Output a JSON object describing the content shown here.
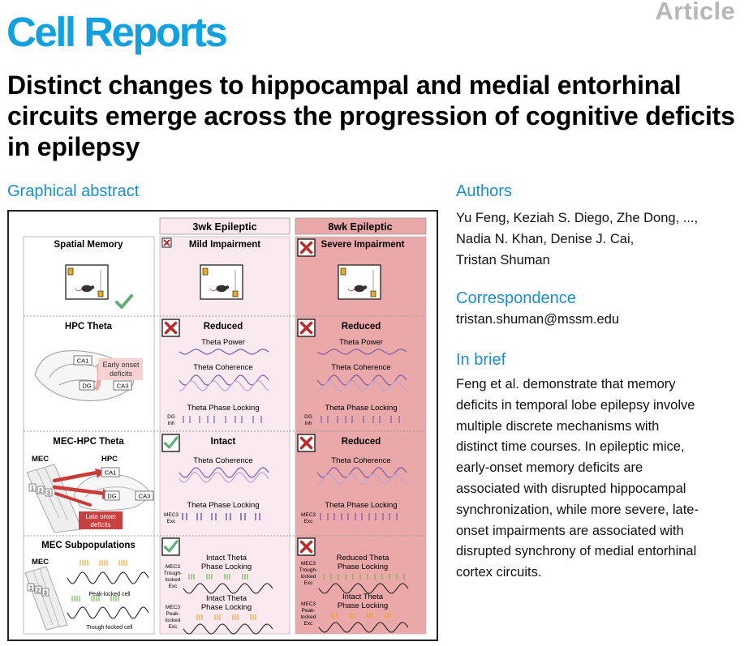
{
  "header": {
    "journal": "Cell Reports",
    "article_type": "Article",
    "title": "Distinct changes to hippocampal and medial entorhinal circuits emerge across the progression of cognitive deficits in epilepsy"
  },
  "graphical_abstract": {
    "heading": "Graphical abstract",
    "columns": {
      "wk3": "3wk Epileptic",
      "wk8": "8wk Epileptic"
    },
    "rows": {
      "spatial": {
        "label": "Spatial Memory",
        "wk3": "Mild Impairment",
        "wk8": "Severe Impairment"
      },
      "hpc": {
        "label": "HPC Theta",
        "ca1": "CA1",
        "dg": "DG",
        "ca3": "CA3",
        "early_1": "Early onset",
        "early_2": "deficits",
        "wk3_status": "Reduced",
        "wk8_status": "Reduced",
        "power": "Theta Power",
        "coherence": "Theta Coherence",
        "phase": "Theta Phase Locking",
        "cell_1": "DG",
        "cell_2": "Inh"
      },
      "mec_hpc": {
        "label": "MEC-HPC Theta",
        "mec": "MEC",
        "hpc": "HPC",
        "ca1": "CA1",
        "dg": "DG",
        "ca3": "CA3",
        "l1": "1",
        "l2": "2",
        "l3": "3",
        "late_1": "Late onset",
        "late_2": "deficits",
        "wk3_status": "Intact",
        "wk8_status": "Reduced",
        "coherence": "Theta Coherence",
        "phase": "Theta Phase Locking",
        "cell_1": "MEC3",
        "cell_2": "Exc"
      },
      "mec_sub": {
        "label": "MEC Subpopulations",
        "mec": "MEC",
        "l1": "1",
        "l2": "2",
        "l3": "3",
        "peak_cell": "Peak-locked cell",
        "trough_cell": "Trough-locked cell",
        "wk3_a1": "Intact Theta",
        "wk3_a2": "Phase Locking",
        "wk3_b1": "Intact Theta",
        "wk3_b2": "Phase Locking",
        "wk8_a1": "Reduced Theta",
        "wk8_a2": "Phase Locking",
        "wk8_b1": "Intact Theta",
        "wk8_b2": "Phase Locking",
        "trough_1": "MEC3",
        "trough_2": "Trough-",
        "trough_3": "locked",
        "trough_4": "Exc",
        "peak_1": "MEC3",
        "peak_2": "Peak-",
        "peak_3": "locked",
        "peak_4": "Exc"
      }
    },
    "colors": {
      "check": "#5fae74",
      "cross": "#bf2a2a",
      "wk3_bg": "#fbe9f0",
      "wk8_bg": "#eba8a8",
      "arrow": "#cc3b37",
      "wave": "#7a5db0",
      "peak_ticks": "#f0a02c",
      "trough_ticks": "#66b848"
    }
  },
  "authors": {
    "heading": "Authors",
    "line1": "Yu Feng, Keziah S. Diego, Zhe Dong, ...,",
    "line2": "Nadia N. Khan, Denise J. Cai,",
    "line3": "Tristan Shuman"
  },
  "correspondence": {
    "heading": "Correspondence",
    "email": "tristan.shuman@mssm.edu"
  },
  "in_brief": {
    "heading": "In brief",
    "lines": [
      "Feng et al. demonstrate that memory",
      "deficits in temporal lobe epilepsy involve",
      "multiple discrete mechanisms with",
      "distinct time courses. In epileptic mice,",
      "early-onset memory deficits are",
      "associated with disrupted hippocampal",
      "synchronization, while more severe, late-",
      "onset impairments are associated with",
      "disrupted synchrony of medial entorhinal",
      "cortex circuits."
    ]
  }
}
